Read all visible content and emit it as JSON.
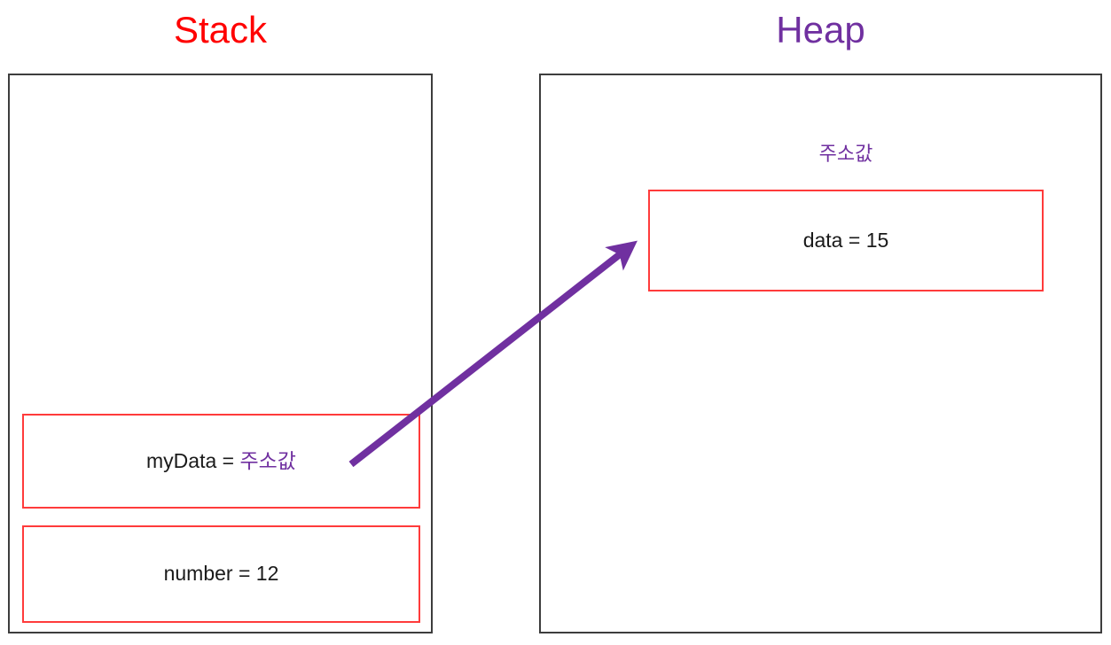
{
  "diagram": {
    "title_stack": "Stack",
    "title_heap": "Heap",
    "colors": {
      "stack_accent": "#FF0000",
      "heap_accent": "#7030A0",
      "cell_border": "#FF3B3B",
      "region_border": "#3D3D3D",
      "text": "#1A1A1A",
      "arrow": "#7030A0"
    }
  },
  "stack": {
    "label": "Stack",
    "cells": [
      {
        "name": "myData",
        "prefix": "myData = ",
        "value": "주소값",
        "value_is_pointer": true
      },
      {
        "name": "number",
        "prefix": "number = ",
        "value": "12",
        "value_is_pointer": false
      }
    ]
  },
  "heap": {
    "label": "Heap",
    "address_label": "주소값",
    "cells": [
      {
        "name": "data",
        "prefix": "data = ",
        "value": "15",
        "value_is_pointer": false
      }
    ]
  },
  "arrow": {
    "name": "pointer-arrow",
    "from_label": "myData",
    "to_label": "data",
    "color": "#7030A0"
  }
}
